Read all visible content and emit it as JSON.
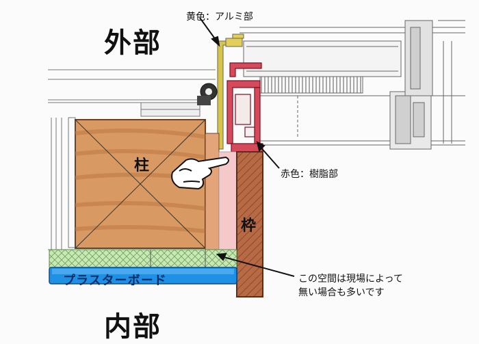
{
  "labels": {
    "outside": "外部",
    "inside": "内部",
    "yellow": "黄色：アルミ部",
    "red": "赤色：樹脂部",
    "pillar": "柱",
    "frame": "枠",
    "board": "プラスターボード",
    "note_line1": "この空間は現場によって",
    "note_line2": "無い場合も多いです"
  },
  "colors": {
    "wood": "#c98b55",
    "frame_wood": "#b86a45",
    "aluminum": "#c9b43a",
    "resin": "#c0283c",
    "board": "#1e90e6",
    "insulation": "#b9dca6",
    "gap": "#f5c9c9"
  },
  "icons": [
    "pointing-hand-icon"
  ]
}
